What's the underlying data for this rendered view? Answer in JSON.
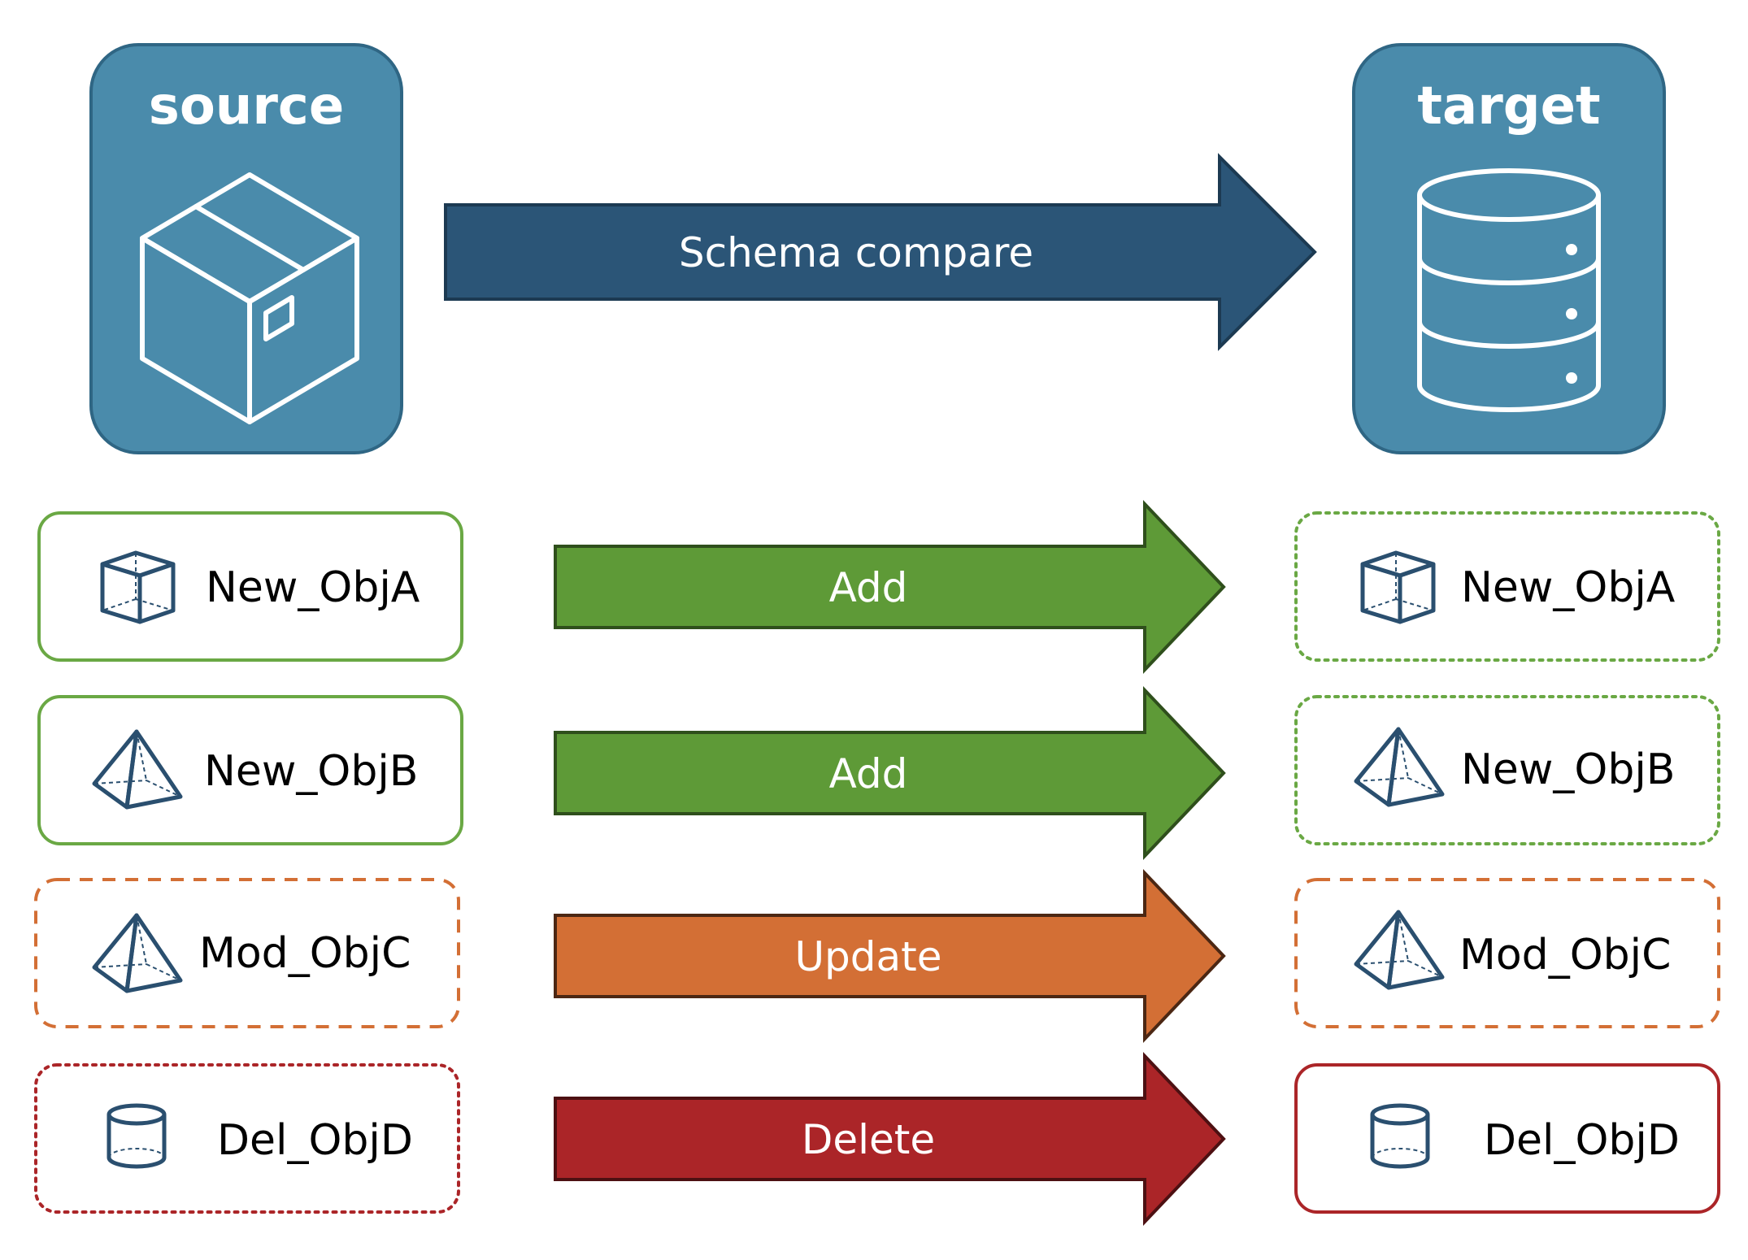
{
  "source": {
    "title": "source",
    "icon": "package-box-icon"
  },
  "target": {
    "title": "target",
    "icon": "database-icon"
  },
  "main_arrow": {
    "label": "Schema compare",
    "color": "#2b5577"
  },
  "colors": {
    "header_box_fill": "#4a8bab",
    "header_box_stroke": "#2f6684",
    "icon_stroke": "#2a4f6f",
    "add": "#5e9a37",
    "update": "#d36f35",
    "delete": "#ab2528"
  },
  "rows": [
    {
      "action": "Add",
      "action_color": "#5e9a37",
      "source": {
        "label": "New_ObjA",
        "icon": "cube-icon",
        "border": "solid"
      },
      "target": {
        "label": "New_ObjA",
        "icon": "cube-icon",
        "border": "dotted"
      }
    },
    {
      "action": "Add",
      "action_color": "#5e9a37",
      "source": {
        "label": "New_ObjB",
        "icon": "pyramid-icon",
        "border": "solid"
      },
      "target": {
        "label": "New_ObjB",
        "icon": "pyramid-icon",
        "border": "dotted"
      }
    },
    {
      "action": "Update",
      "action_color": "#d36f35",
      "source": {
        "label": "Mod_ObjC",
        "icon": "pyramid-icon",
        "border": "dashed"
      },
      "target": {
        "label": "Mod_ObjC",
        "icon": "pyramid-icon",
        "border": "dashed"
      }
    },
    {
      "action": "Delete",
      "action_color": "#ab2528",
      "source": {
        "label": "Del_ObjD",
        "icon": "cylinder-icon",
        "border": "dotted"
      },
      "target": {
        "label": "Del_ObjD",
        "icon": "cylinder-icon",
        "border": "solid"
      }
    }
  ]
}
